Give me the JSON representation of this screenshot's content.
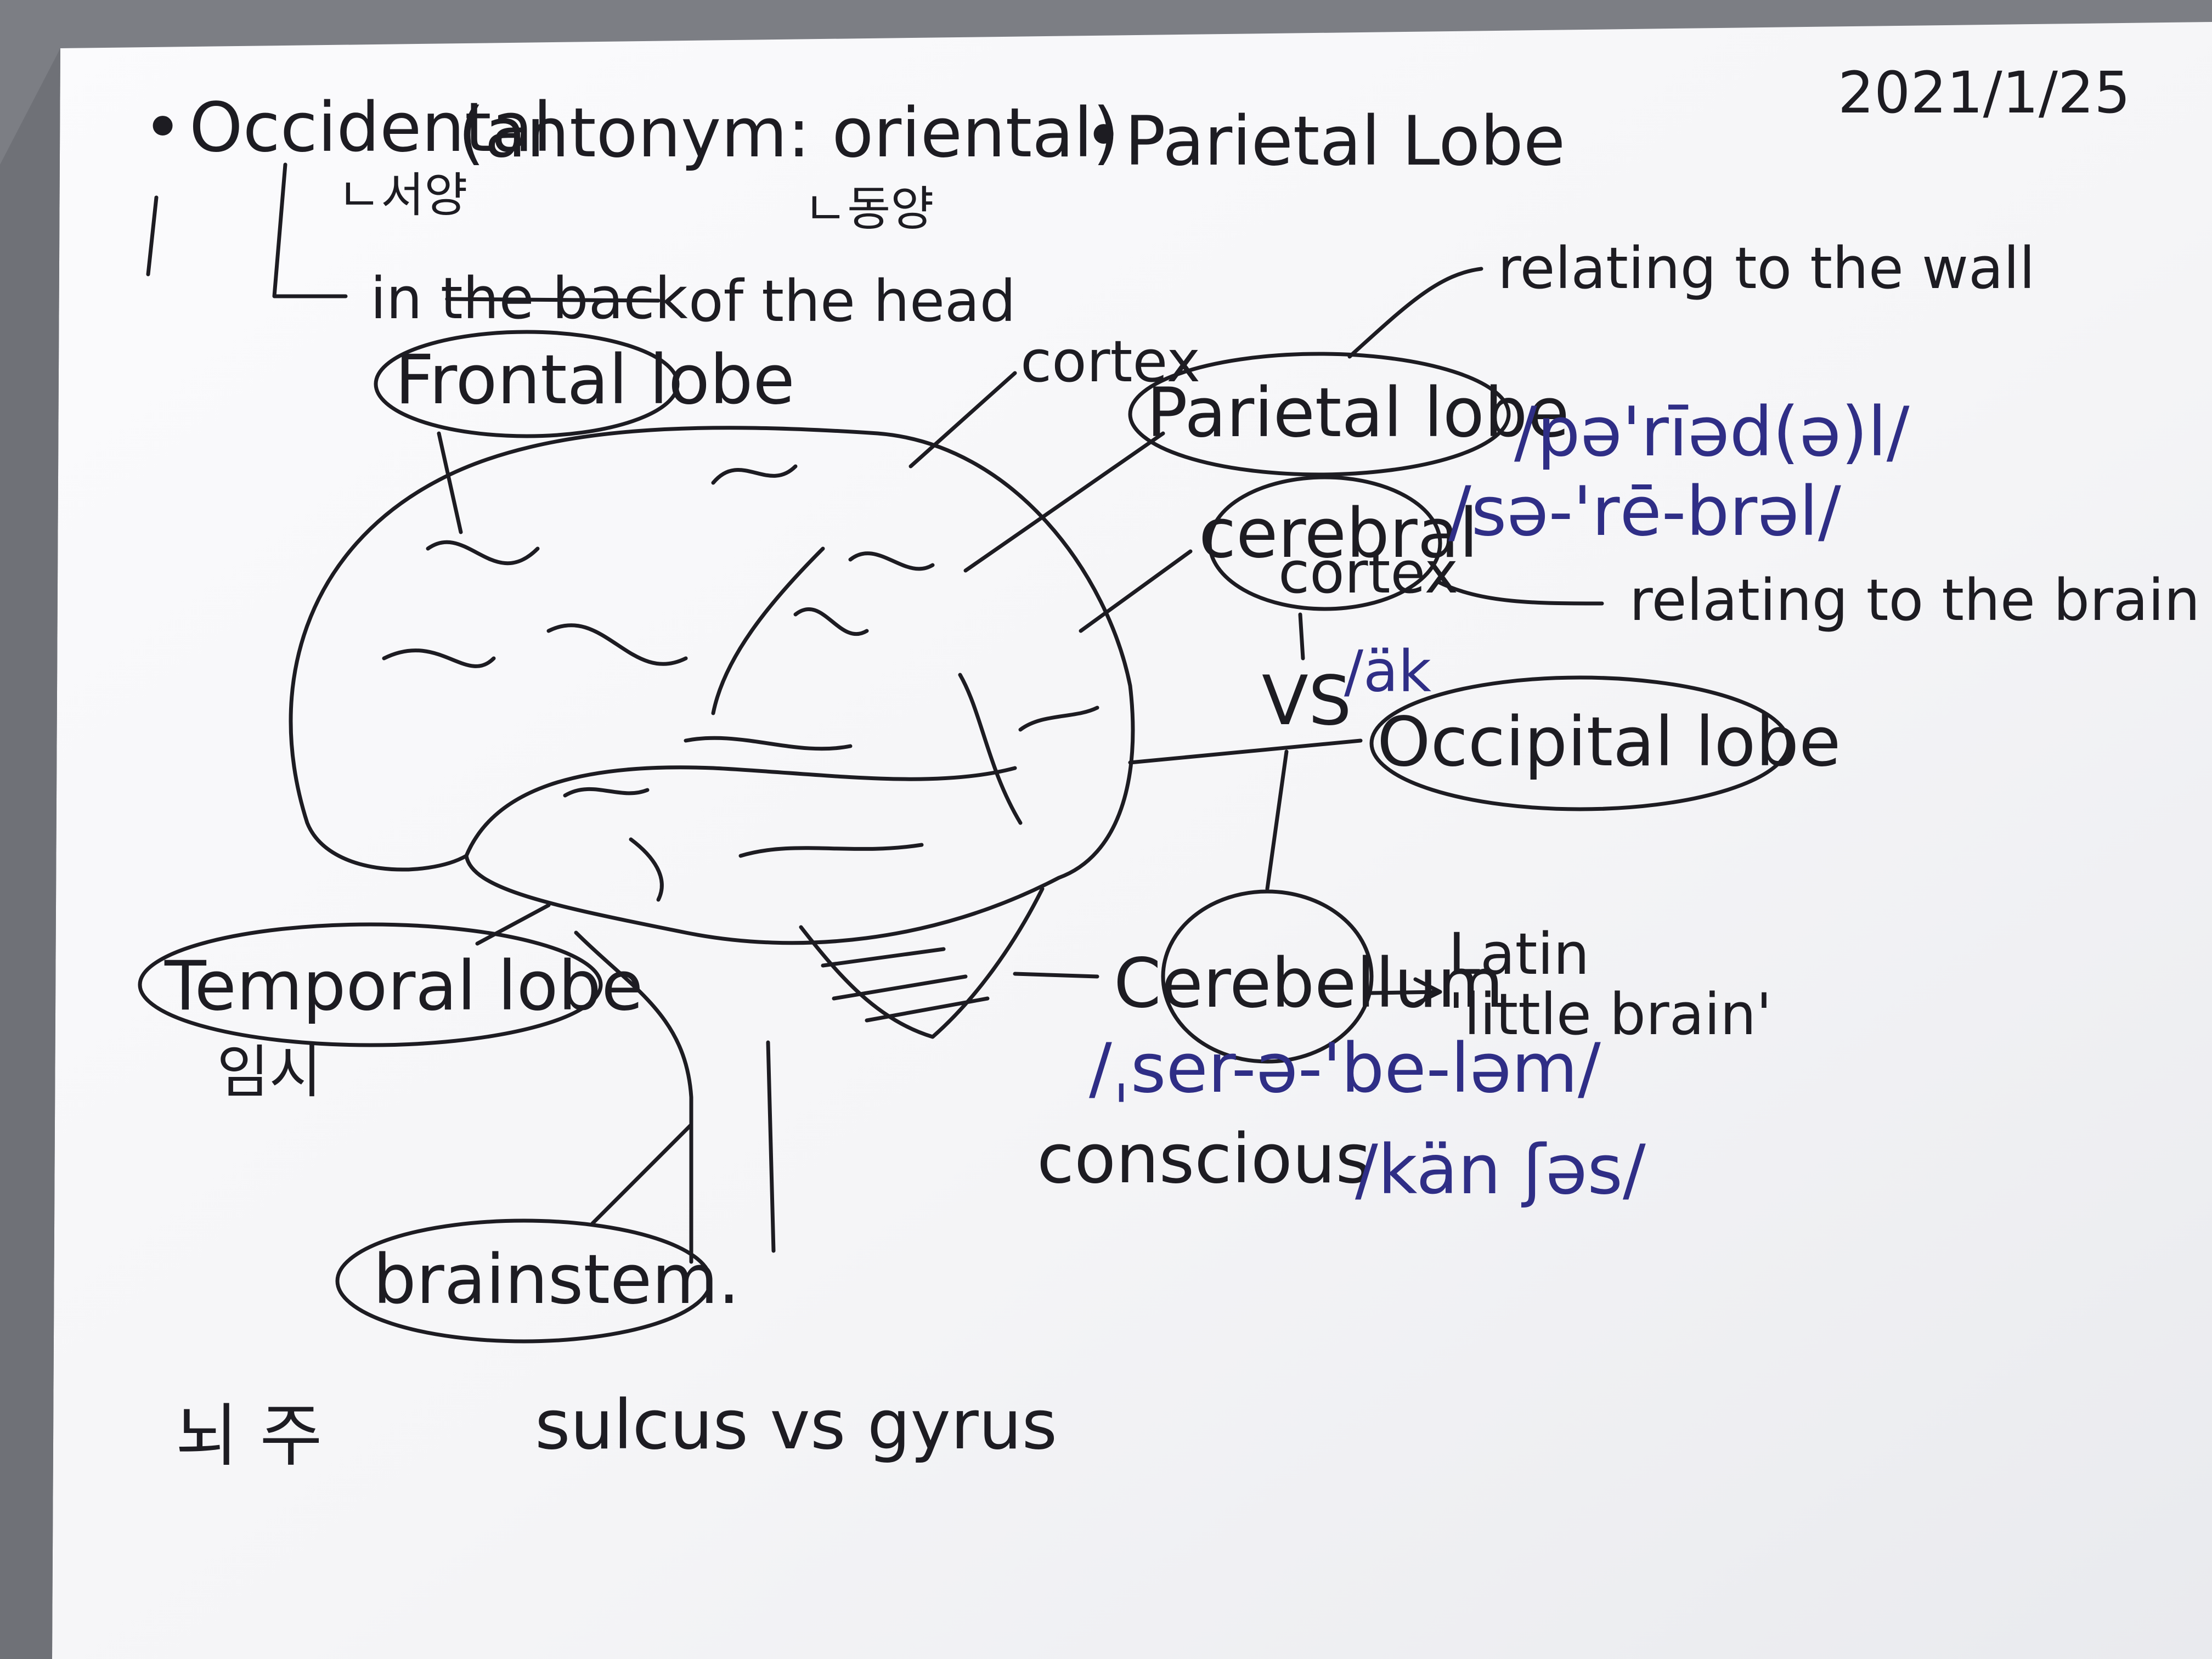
{
  "note": {
    "date": "2021/1/25",
    "occidental_bullet": "•",
    "occidental_word": "Occidental",
    "occidental_antonym": "(antonym: oriental)",
    "occidental_korean": "ㄴ서양",
    "oriental_korean": "ㄴ동양",
    "strike_text": "in the back",
    "back_head_rest": "of the head",
    "parietal_bullet": "•",
    "parietal_heading": "Parietal Lobe",
    "wall_meaning": "relating to the wall",
    "cortex_label": "cortex",
    "frontal": "Frontal lobe",
    "parietal": "Parietal lobe",
    "parietal_ipa": "/pə'rīəd(ə)l/",
    "cerebral": "cerebral",
    "cerebral_sub": "cortex",
    "cerebral_ipa": "/sə-'rē-brəl/",
    "brain_meaning": "relating to the brain",
    "vs": "VS",
    "vs_ipa": "/äk",
    "occipital": "Occipital lobe",
    "temporal": "Temporal lobe",
    "temporal_korean": "임시",
    "cerebellum": "Cerebellum",
    "latin_label": "Latin",
    "little_brain": "'little brain'",
    "cerebellum_ipa": "/ˌser-ə-'be-ləm/",
    "conscious": "conscious",
    "conscious_ipa": "/kän ʃəs/",
    "brainstem": "brainstem.",
    "korean_bottom": "뇌 주",
    "sulcus_gyrus": "sulcus vs gyrus"
  },
  "colors": {
    "ink_black": "#1d1c22",
    "ink_blue": "#2f2e86",
    "paper": "#f6f6f8",
    "background": "#7c7e84"
  }
}
